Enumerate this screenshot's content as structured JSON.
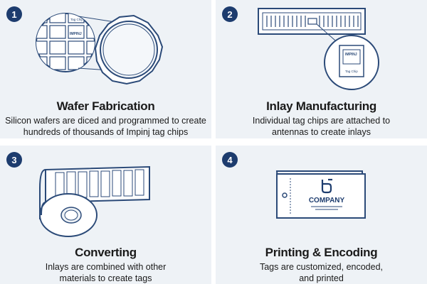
{
  "colors": {
    "panel_bg": "#eef2f6",
    "navy": "#1d3c6e",
    "outline": "#2b4a78",
    "text": "#1a1a1a"
  },
  "steps": [
    {
      "number": "1",
      "title": "Wafer Fabrication",
      "description_lines": [
        "Silicon wafers are diced and programmed to create",
        "hundreds of thousands of Impinj tag chips"
      ],
      "chip_text": "IMPINJ",
      "chip_label": "Tag Chip",
      "icon": "silicon-wafer-icon"
    },
    {
      "number": "2",
      "title": "Inlay Manufacturing",
      "description_lines": [
        "Individual tag chips are attached to",
        "antennas to create inlays"
      ],
      "chip_text": "IMPINJ",
      "chip_label": "Tag Chip",
      "icon": "rfid-inlay-icon"
    },
    {
      "number": "3",
      "title": "Converting",
      "description_lines": [
        "Inlays are combined with other",
        "materials to create tags"
      ],
      "icon": "label-roll-icon"
    },
    {
      "number": "4",
      "title": "Printing & Encoding",
      "description_lines": [
        "Tags are customized, encoded,",
        "and printed"
      ],
      "tag_text": "COMPANY",
      "icon": "hang-tag-icon"
    }
  ]
}
